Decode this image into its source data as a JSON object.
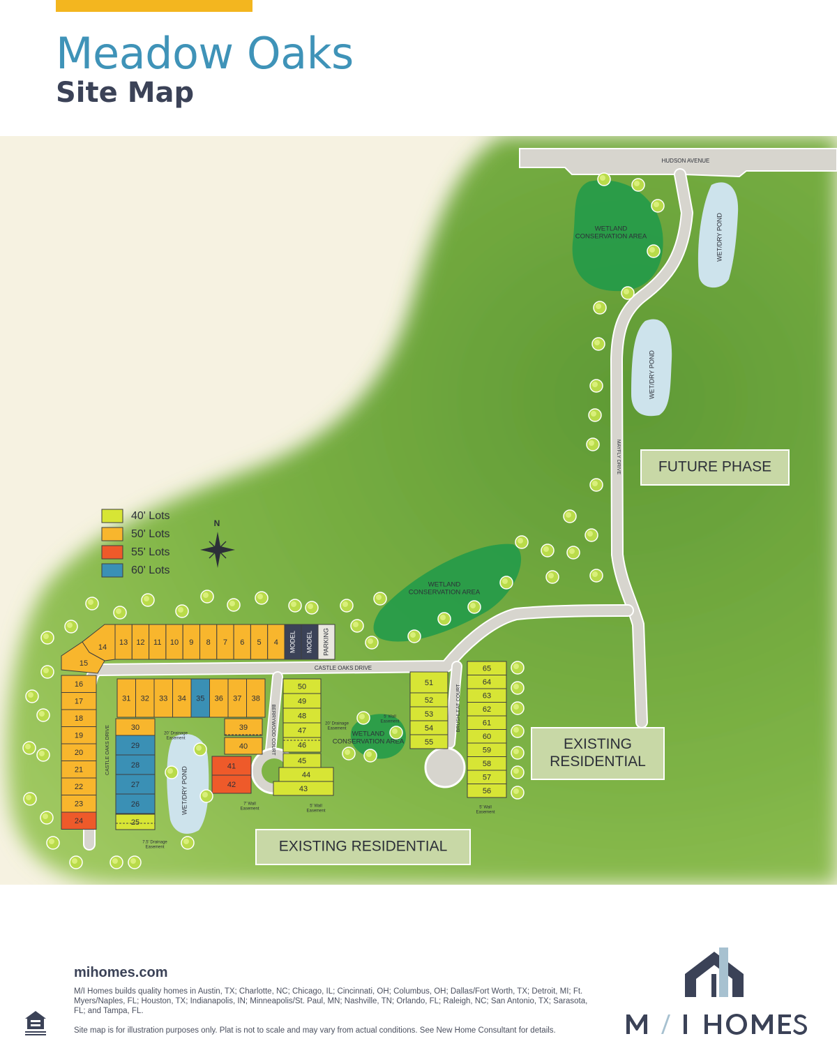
{
  "header": {
    "title": "Meadow Oaks",
    "subtitle": "Site Map"
  },
  "colors": {
    "accent": "#f3b61f",
    "title": "#3f93b8",
    "heading": "#3b4257",
    "lot40": "#d7e535",
    "lot50": "#f8b62d",
    "lot55": "#ee5a2a",
    "lot60": "#3a90b5",
    "model": "#3b4257",
    "grass": "#7cb042",
    "wetland": "#1f9a4a",
    "pond": "#cde3ec",
    "road": "#d7d5ce",
    "label_box": "#c8d8a6"
  },
  "legend": {
    "items": [
      {
        "label": "40' Lots",
        "color": "#d7e535"
      },
      {
        "label": "50' Lots",
        "color": "#f8b62d"
      },
      {
        "label": "55' Lots",
        "color": "#ee5a2a"
      },
      {
        "label": "60' Lots",
        "color": "#3a90b5"
      }
    ],
    "north": "N"
  },
  "roads": {
    "hudson": "HUDSON AVENUE",
    "mayfly": "MAYFLY DRIVE",
    "castle_oaks_h": "CASTLE OAKS DRIVE",
    "castle_oaks_v": "CASTLE OAKS DRIVE",
    "berrywood": "BERRYWOOD COURT",
    "brushleaf": "BRUSHLEAF COURT"
  },
  "areas": {
    "future_phase": "FUTURE PHASE",
    "existing_east": [
      "EXISTING",
      "RESIDENTIAL"
    ],
    "existing_south": "EXISTING RESIDENTIAL",
    "wetland_north": [
      "WETLAND",
      "CONSERVATION AREA"
    ],
    "wetland_mid": [
      "WETLAND",
      "CONSERVATION AREA"
    ],
    "wetland_south": [
      "WETLAND",
      "CONSERVATION AREA"
    ],
    "pond_north": "WET/DRY POND",
    "pond_mid": "WET/DRY POND",
    "pond_south": "WET/DRY POND",
    "model": "MODEL",
    "parking": "PARKING"
  },
  "easements": {
    "drainage_20_a": [
      "20' Drainage",
      "Easement"
    ],
    "drainage_20_b": [
      "20' Drainage",
      "Easement"
    ],
    "drainage_75": [
      "7.5' Drainage",
      "Easement"
    ],
    "wall_7": [
      "7' Wall",
      "Easement"
    ],
    "wall_5_a": [
      "5' Wall",
      "Easement"
    ],
    "wall_5_b": [
      "5' Wall",
      "Easement"
    ],
    "wall_5_c": [
      "5' Wall",
      "Easement"
    ]
  },
  "lots": [
    {
      "n": "4",
      "size": "50"
    },
    {
      "n": "5",
      "size": "50"
    },
    {
      "n": "6",
      "size": "50"
    },
    {
      "n": "7",
      "size": "50"
    },
    {
      "n": "8",
      "size": "50"
    },
    {
      "n": "9",
      "size": "50"
    },
    {
      "n": "10",
      "size": "50"
    },
    {
      "n": "11",
      "size": "50"
    },
    {
      "n": "12",
      "size": "50"
    },
    {
      "n": "13",
      "size": "50"
    },
    {
      "n": "14",
      "size": "50"
    },
    {
      "n": "15",
      "size": "50"
    },
    {
      "n": "16",
      "size": "50"
    },
    {
      "n": "17",
      "size": "50"
    },
    {
      "n": "18",
      "size": "50"
    },
    {
      "n": "19",
      "size": "50"
    },
    {
      "n": "20",
      "size": "50"
    },
    {
      "n": "21",
      "size": "50"
    },
    {
      "n": "22",
      "size": "50"
    },
    {
      "n": "23",
      "size": "50"
    },
    {
      "n": "24",
      "size": "55"
    },
    {
      "n": "25",
      "size": "40"
    },
    {
      "n": "26",
      "size": "60"
    },
    {
      "n": "27",
      "size": "60"
    },
    {
      "n": "28",
      "size": "60"
    },
    {
      "n": "29",
      "size": "60"
    },
    {
      "n": "30",
      "size": "50"
    },
    {
      "n": "31",
      "size": "50"
    },
    {
      "n": "32",
      "size": "50"
    },
    {
      "n": "33",
      "size": "50"
    },
    {
      "n": "34",
      "size": "50"
    },
    {
      "n": "35",
      "size": "60"
    },
    {
      "n": "36",
      "size": "50"
    },
    {
      "n": "37",
      "size": "50"
    },
    {
      "n": "38",
      "size": "50"
    },
    {
      "n": "39",
      "size": "50"
    },
    {
      "n": "40",
      "size": "50"
    },
    {
      "n": "41",
      "size": "55"
    },
    {
      "n": "42",
      "size": "55"
    },
    {
      "n": "43",
      "size": "40"
    },
    {
      "n": "44",
      "size": "40"
    },
    {
      "n": "45",
      "size": "40"
    },
    {
      "n": "46",
      "size": "40"
    },
    {
      "n": "47",
      "size": "40"
    },
    {
      "n": "48",
      "size": "40"
    },
    {
      "n": "49",
      "size": "40"
    },
    {
      "n": "50",
      "size": "40"
    },
    {
      "n": "51",
      "size": "40"
    },
    {
      "n": "52",
      "size": "40"
    },
    {
      "n": "53",
      "size": "40"
    },
    {
      "n": "54",
      "size": "40"
    },
    {
      "n": "55",
      "size": "40"
    },
    {
      "n": "56",
      "size": "40"
    },
    {
      "n": "57",
      "size": "40"
    },
    {
      "n": "58",
      "size": "40"
    },
    {
      "n": "59",
      "size": "40"
    },
    {
      "n": "60",
      "size": "40"
    },
    {
      "n": "61",
      "size": "40"
    },
    {
      "n": "62",
      "size": "40"
    },
    {
      "n": "63",
      "size": "40"
    },
    {
      "n": "64",
      "size": "40"
    },
    {
      "n": "65",
      "size": "40"
    }
  ],
  "footer": {
    "url": "mihomes.com",
    "text": "M/I Homes builds quality homes in Austin, TX; Charlotte, NC; Chicago, IL; Cincinnati, OH; Columbus, OH; Dallas/Fort Worth, TX; Detroit, MI; Ft. Myers/Naples, FL; Houston, TX; Indianapolis, IN; Minneapolis/St. Paul, MN; Nashville, TN; Orlando, FL; Raleigh, NC; San Antonio, TX; Sarasota, FL; and Tampa, FL.",
    "note": "Site map is for illustration purposes only. Plat is not to scale and may vary from actual conditions. See New Home Consultant for details.",
    "logo_text": "M/I HOMES"
  }
}
